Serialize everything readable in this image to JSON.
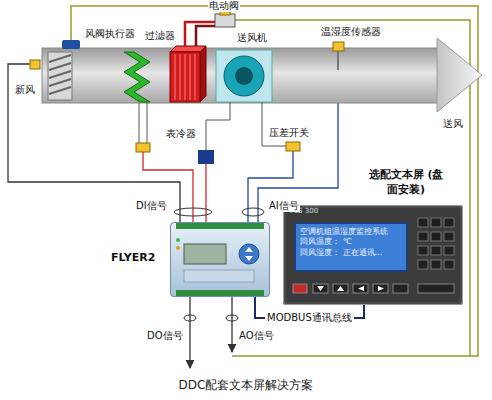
{
  "diagram": {
    "caption": "DDC配套文本屏解决方案",
    "nodes": [
      {
        "text": [
          "FLYER2"
        ]
      },
      {
        "text": [
          "选配文本屏 (盘面安装)",
          "PLS 300"
        ]
      },
      {
        "text": [
          "空调机组温湿度监控系统",
          "回风温度： ℃",
          "回风湿度： 正在通讯..."
        ],
        "in": 1
      }
    ],
    "edges": [
      {
        "from": 0,
        "to": 1,
        "label": "MODBUS通讯总线",
        "arrow": "none"
      }
    ],
    "labels": [
      "电动阀",
      "风阀执行器",
      "过滤器",
      "送风机",
      "温湿度传感器",
      "新风",
      "表冷器",
      "压差开关",
      "送风",
      "DI信号",
      "AI信号",
      "DO信号",
      "AO信号"
    ]
  }
}
